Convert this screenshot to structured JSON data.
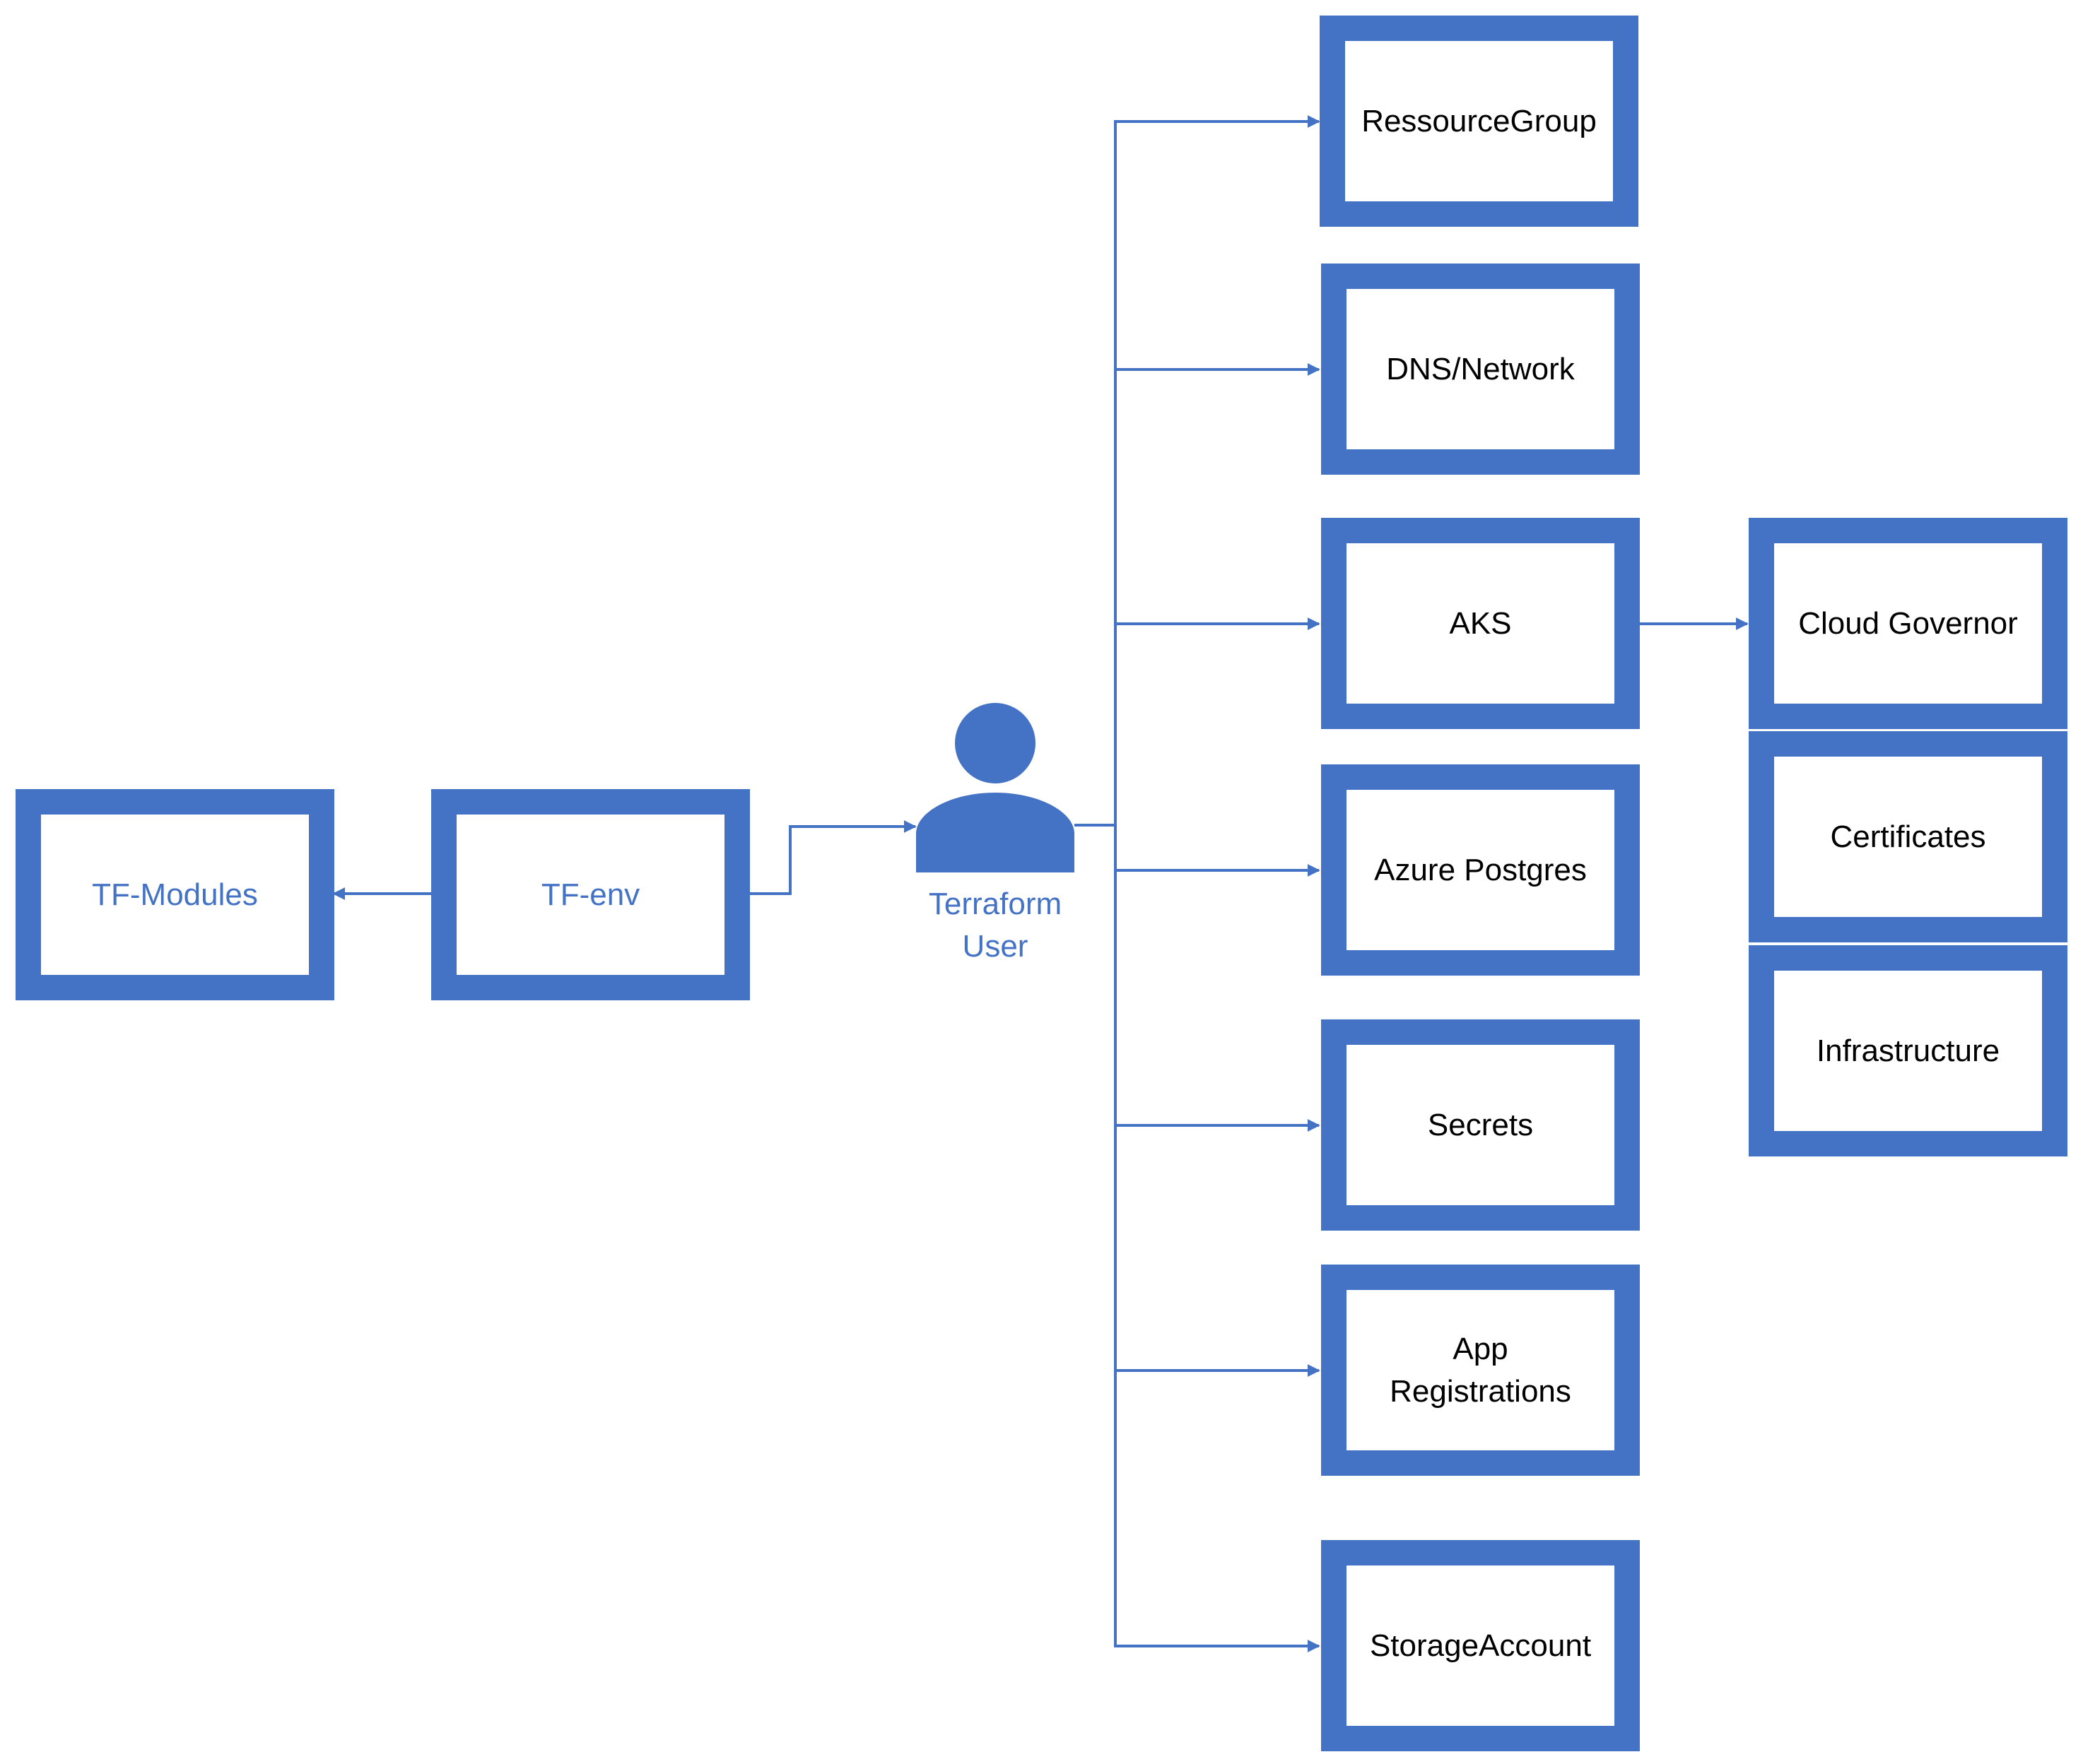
{
  "colors": {
    "accent": "#4472C4",
    "text": "#000000",
    "background": "#ffffff"
  },
  "user": {
    "label": "Terraform\nUser",
    "icon": "person-icon"
  },
  "nodes": {
    "tf_modules": "TF-Modules",
    "tf_env": "TF-env",
    "resource_group": "RessourceGroup",
    "dns_network": "DNS/Network",
    "aks": "AKS",
    "azure_postgres": "Azure Postgres",
    "secrets": "Secrets",
    "app_registrations": "App\nRegistrations",
    "storage_account": "StorageAccount",
    "cloud_governor": "Cloud Governor",
    "certificates": "Certificates",
    "infrastructure": "Infrastructure"
  },
  "edges": [
    {
      "from": "TF-env",
      "to": "TF-Modules"
    },
    {
      "from": "TF-env",
      "to": "Terraform User"
    },
    {
      "from": "Terraform User",
      "to": "RessourceGroup"
    },
    {
      "from": "Terraform User",
      "to": "DNS/Network"
    },
    {
      "from": "Terraform User",
      "to": "AKS"
    },
    {
      "from": "Terraform User",
      "to": "Azure Postgres"
    },
    {
      "from": "Terraform User",
      "to": "Secrets"
    },
    {
      "from": "Terraform User",
      "to": "App Registrations"
    },
    {
      "from": "Terraform User",
      "to": "StorageAccount"
    },
    {
      "from": "AKS",
      "to": "Cloud Governor"
    }
  ]
}
